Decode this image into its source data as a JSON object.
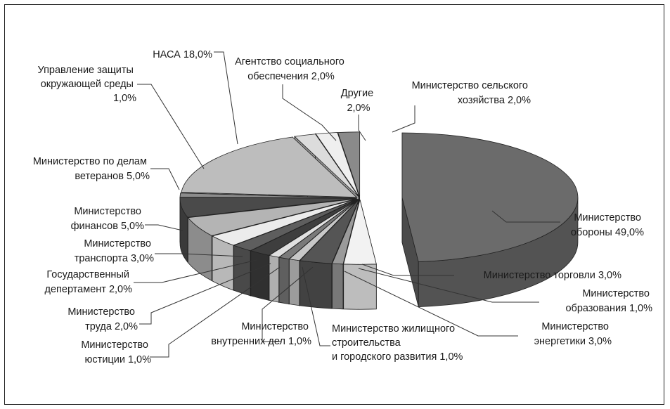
{
  "chart_data": {
    "type": "pie",
    "style": "3d-exploded",
    "title": "",
    "unit": "%",
    "slices": [
      {
        "label": "Министерство обороны",
        "value": 49.0,
        "value_text": "49,0%",
        "color": "#6b6b6b"
      },
      {
        "label": "Министерство торговли",
        "value": 3.0,
        "value_text": "3,0%",
        "color": "#f2f2f2"
      },
      {
        "label": "Министерство образования",
        "value": 1.0,
        "value_text": "1,0%",
        "color": "#9a9a9a"
      },
      {
        "label": "Министерство энергетики",
        "value": 3.0,
        "value_text": "3,0%",
        "color": "#555555"
      },
      {
        "label": "Министерство жилищного строительства и городского развития",
        "value": 1.0,
        "value_text": "1,0%",
        "color": "#c8c8c8"
      },
      {
        "label": "Министерство внутренних дел",
        "value": 1.0,
        "value_text": "1,0%",
        "color": "#7a7a7a"
      },
      {
        "label": "Министерство юстиции",
        "value": 1.0,
        "value_text": "1,0%",
        "color": "#e0e0e0"
      },
      {
        "label": "Министерство труда",
        "value": 2.0,
        "value_text": "2,0%",
        "color": "#3e3e3e"
      },
      {
        "label": "Государственный депертамент",
        "value": 2.0,
        "value_text": "2,0%",
        "color": "#5e5e5e"
      },
      {
        "label": "Министерство транспорта",
        "value": 3.0,
        "value_text": "3,0%",
        "color": "#ececec"
      },
      {
        "label": "Министерство финансов",
        "value": 5.0,
        "value_text": "5,0%",
        "color": "#b4b4b4"
      },
      {
        "label": "Министерство по делам ветеранов",
        "value": 5.0,
        "value_text": "5,0%",
        "color": "#4a4a4a"
      },
      {
        "label": "Управление защиты окружающей среды",
        "value": 1.0,
        "value_text": "1,0%",
        "color": "#8c8c8c"
      },
      {
        "label": "НАСА",
        "value": 18.0,
        "value_text": "18,0%",
        "color": "#bdbdbd"
      },
      {
        "label": "Агентство социального обеспечения",
        "value": 2.0,
        "value_text": "2,0%",
        "color": "#dcdcdc"
      },
      {
        "label": "Другие",
        "value": 2.0,
        "value_text": "2,0%",
        "color": "#efefef"
      },
      {
        "label": "Министерство сельского хозяйства",
        "value": 2.0,
        "value_text": "2,0%",
        "color": "#8a8a8a"
      }
    ]
  },
  "labels": {
    "oborony": [
      "Министерство",
      "обороны  49,0%"
    ],
    "torgovli": [
      "Министерство торговли  3,0%"
    ],
    "obrazovaniya": [
      "Министерство",
      "образования  1,0%"
    ],
    "energetiki": [
      "Министерство",
      "энергетики  3,0%"
    ],
    "zhilishchnogo": [
      "Министерство жилищного",
      "строительства",
      "и городского развития  1,0%"
    ],
    "vnutrennikh": [
      "Министерство",
      "внутренних дел  1,0%"
    ],
    "yustitsii": [
      "Министерство",
      "юстиции  1,0%"
    ],
    "truda": [
      "Министерство",
      "труда  2,0%"
    ],
    "gosdep": [
      "Государственный",
      "депертамент  2,0%"
    ],
    "transporta": [
      "Министерство",
      "транспорта  3,0%"
    ],
    "finansov": [
      "Министерство",
      "финансов  5,0%"
    ],
    "veteranov": [
      "Министерство по делам",
      "ветеранов  5,0%"
    ],
    "ekologii": [
      "Управление защиты",
      "окружающей среды",
      "1,0%"
    ],
    "nasa": [
      "НАСА  18,0%"
    ],
    "sotsobespech": [
      "Агентство социального",
      "обеспечения  2,0%"
    ],
    "drugie": [
      "Другие",
      "2,0%"
    ],
    "selkhoz": [
      "Министерство сельского",
      "хозяйства  2,0%"
    ]
  }
}
